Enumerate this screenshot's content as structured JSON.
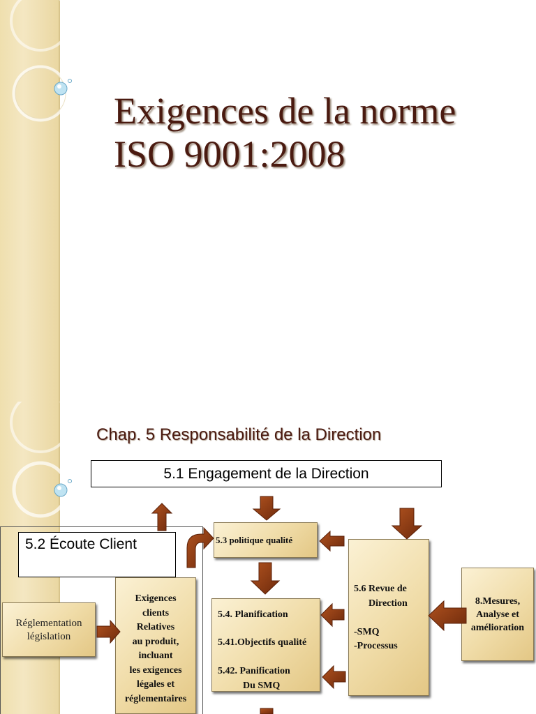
{
  "slide1": {
    "title_line1": "Exigences de la norme",
    "title_line2": "ISO 9001:2008"
  },
  "slide2": {
    "chapter_title": "Chap. 5 Responsabilité de la Direction",
    "engagement": "5.1 Engagement de la Direction",
    "ecoute_client": "5.2 Écoute Client",
    "politique": "5.3 politique qualité",
    "reglementation": [
      "Réglementation",
      "législation"
    ],
    "exigences": [
      "Exigences",
      "clients",
      "Relatives",
      "au produit,",
      "incluant",
      "les exigences",
      "légales et",
      "réglementaires"
    ],
    "planification": {
      "item1": "5.4.  Planification",
      "item2": "5.41.Objectifs qualité",
      "item3a": "5.42. Panification",
      "item3b": "Du  SMQ"
    },
    "revue": {
      "line1": "5.6 Revue de",
      "line2": "Direction",
      "line3": "-SMQ",
      "line4": "-Processus"
    },
    "mesures": [
      "8.Mesures,",
      "Analyse et",
      "amélioration"
    ]
  },
  "colors": {
    "title": "#4a1a10",
    "arrow": "#8b3a12",
    "box_light": "#fbf1d4",
    "box_dark": "#e3c785",
    "strip": "#efdfae"
  }
}
